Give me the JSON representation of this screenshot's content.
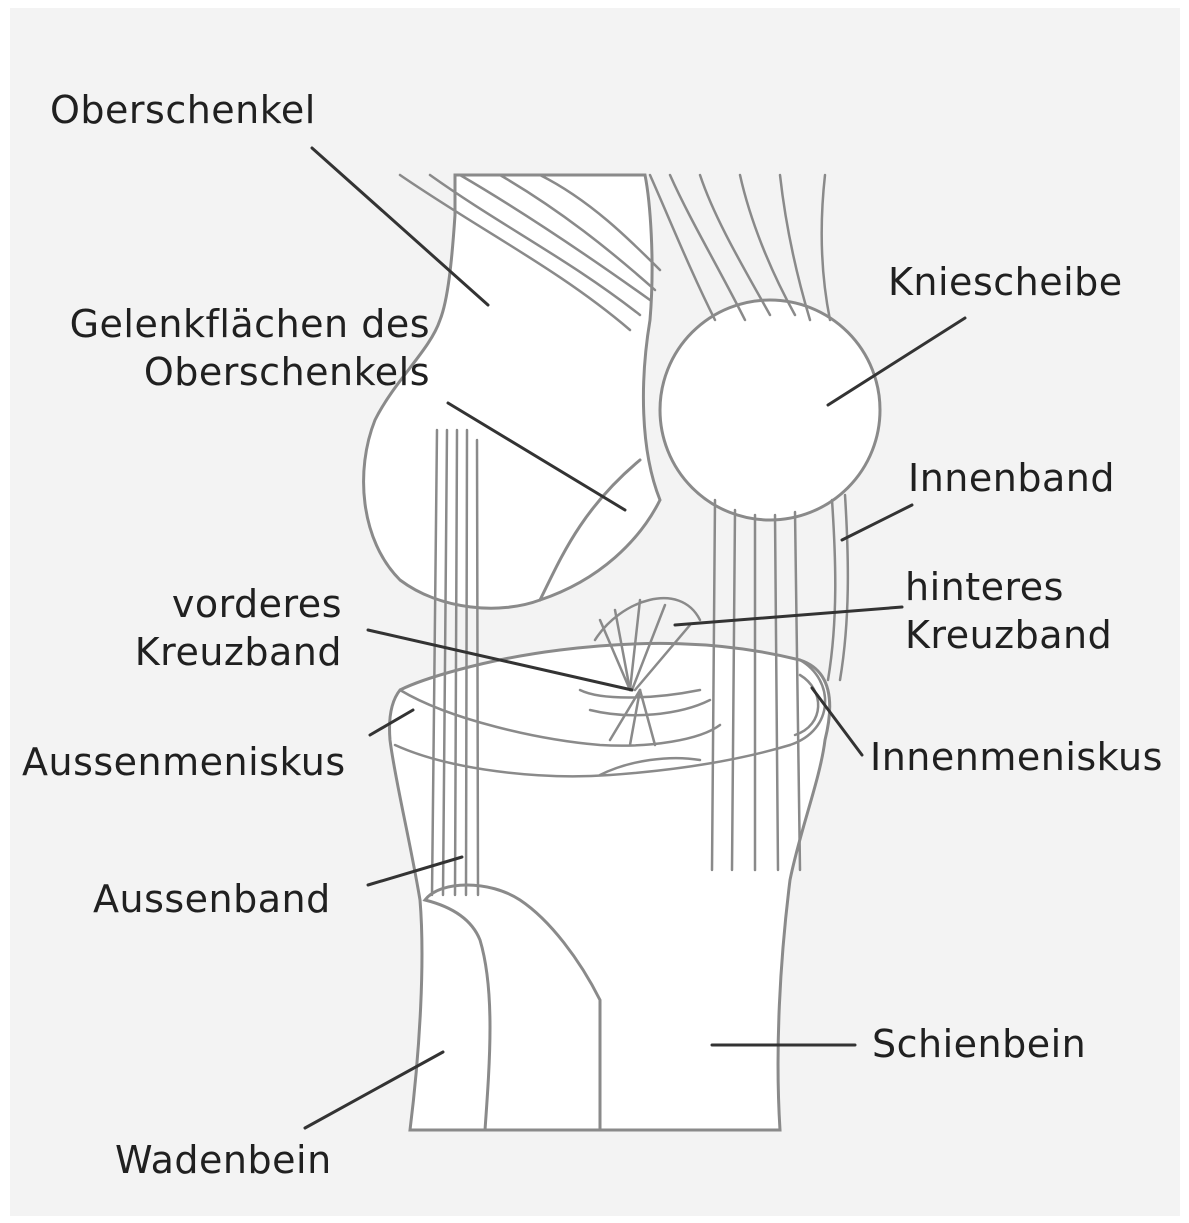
{
  "labels": {
    "oberschenkel": "Oberschenkel",
    "gelenk_line1": "Gelenkflächen des",
    "gelenk_line2": "Oberschenkels",
    "kniescheibe": "Kniescheibe",
    "innenband": "Innenband",
    "vorderes_line1": "vorderes",
    "vorderes_line2": "Kreuzband",
    "hinteres_line1": "hinteres",
    "hinteres_line2": "Kreuzband",
    "aussenmeniskus": "Aussenmeniskus",
    "innenmeniskus": "Innenmeniskus",
    "aussenband": "Aussenband",
    "schienbein": "Schienbein",
    "wadenbein": "Wadenbein"
  },
  "colors": {
    "background": "#f3f3f3",
    "bone": "#ffffff",
    "outline": "#8a8a8a",
    "leader": "#333333",
    "text": "#202020"
  }
}
